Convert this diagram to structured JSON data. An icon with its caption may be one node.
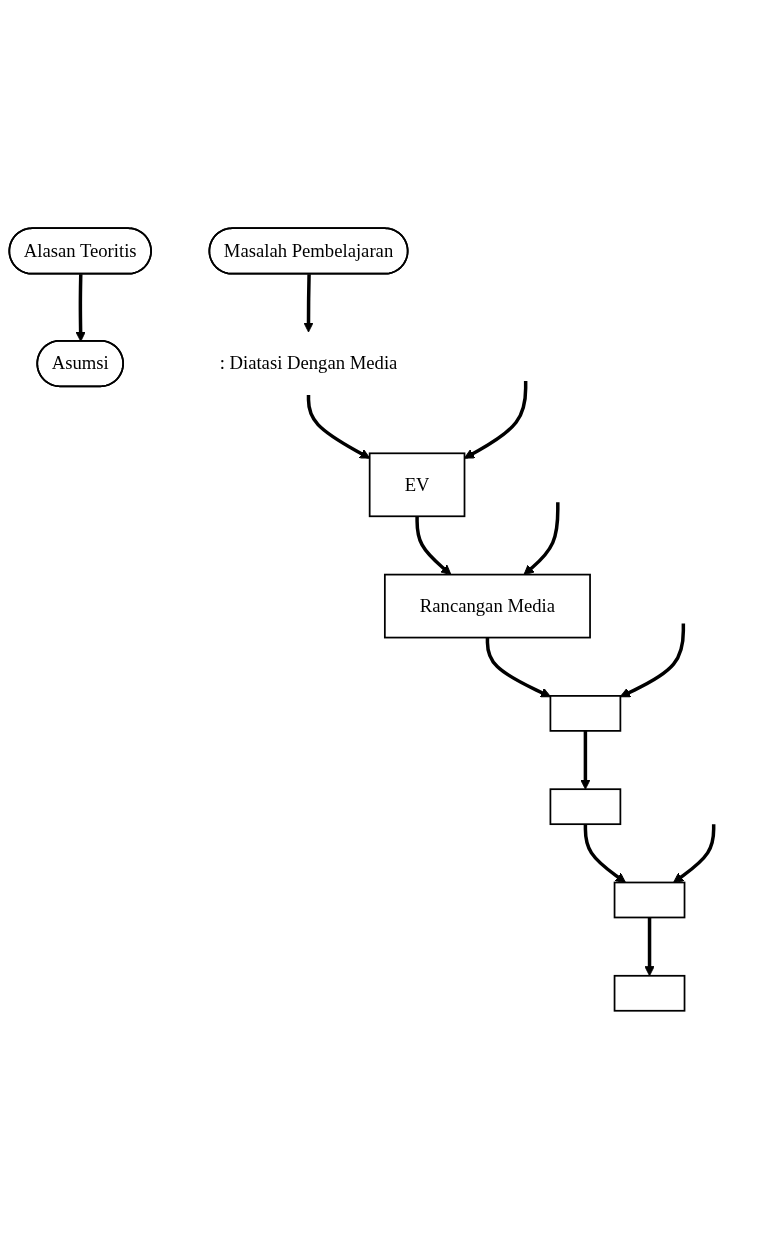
{
  "diagram": {
    "nodes": [
      {
        "text": [
          "Masalah Pembelajaran"
        ]
      },
      {
        "text": [
          "Asumsi"
        ]
      },
      {
        "text": [
          ": Diatasi Dengan Media"
        ]
      },
      {
        "text": [
          "Alasan Teoritis"
        ]
      },
      {
        "text": [
          "EV"
        ]
      },
      {
        "text": [
          "Rancangan Media"
        ]
      },
      {
        "text": [],
        "shape": "box"
      },
      {
        "text": [],
        "shape": "box"
      },
      {
        "text": [],
        "shape": "box"
      },
      {
        "text": [],
        "shape": "box"
      }
    ],
    "edges": [
      {
        "from": 0,
        "to": 2,
        "arrow": "to"
      },
      {
        "from": 3,
        "to": 1,
        "arrow": "to"
      },
      {
        "from": 2,
        "to": 4,
        "arrow": "to"
      },
      {
        "from": null,
        "to": 4,
        "arrow": "to"
      },
      {
        "from": 4,
        "to": 5,
        "arrow": "to"
      },
      {
        "from": null,
        "to": 5,
        "arrow": "to"
      },
      {
        "from": 5,
        "to": 6,
        "arrow": "to"
      },
      {
        "from": null,
        "to": 6,
        "arrow": "to"
      },
      {
        "from": 6,
        "to": 7,
        "arrow": "to"
      },
      {
        "from": 7,
        "to": 8,
        "arrow": "to"
      },
      {
        "from": null,
        "to": 8,
        "arrow": "to"
      },
      {
        "from": 8,
        "to": 9,
        "arrow": "to"
      }
    ]
  }
}
